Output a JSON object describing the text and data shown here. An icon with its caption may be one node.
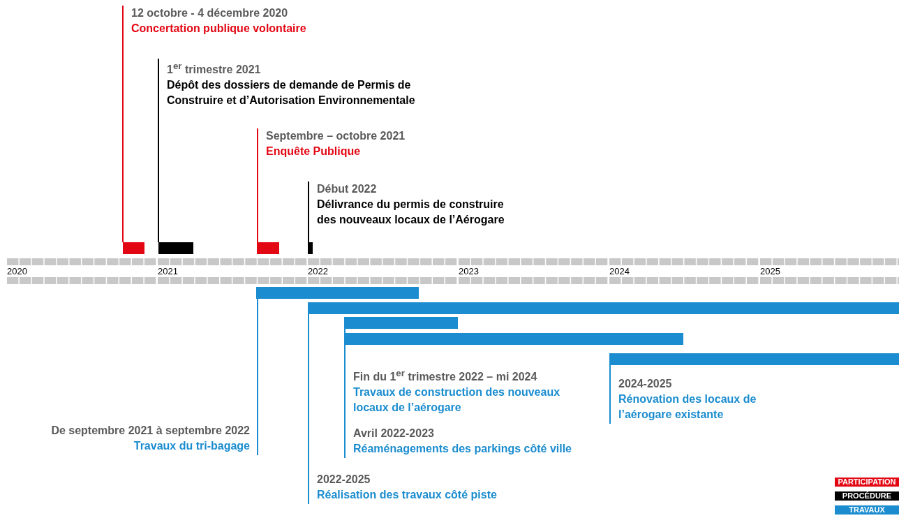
{
  "diagram": {
    "nodes": [
      {
        "text": [
          "12 octobre - 4 décembre 2020",
          "Concertation publique volontaire"
        ]
      },
      {
        "text": [
          "1$^{er}$ trimestre 2021",
          "Dépôt des dossiers de demande de Permis de Construire et d’Autorisation Environnementale"
        ]
      },
      {
        "text": [
          "Septembre – octobre 2021",
          "Enquête Publique"
        ]
      },
      {
        "text": [
          "Début 2022",
          "Délivrance du permis de construire des nouveaux locaux de l’Aérogare"
        ]
      },
      {
        "text": [],
        "shape": "bar"
      },
      {
        "text": [],
        "shape": "bar"
      },
      {
        "text": [],
        "shape": "bar"
      },
      {
        "text": [],
        "shape": "bar"
      },
      {
        "text": [],
        "shape": "bar"
      },
      {
        "text": [],
        "shape": "bar"
      },
      {
        "text": [],
        "shape": "bar"
      },
      {
        "text": [],
        "shape": "bar"
      },
      {
        "text": [],
        "shape": "bar"
      },
      {
        "text": [
          "De septembre 2021 à septembre 2022",
          "Travaux du tri-bagage"
        ]
      },
      {
        "text": [
          "Fin du 1$^{er}$ trimestre 2022 – mi 2024",
          "Travaux de construction des nouveaux locaux de l’aérogare"
        ]
      },
      {
        "text": [
          "2024-2025",
          "Rénovation des locaux de l’aérogare existante"
        ]
      },
      {
        "text": [
          "Avril 2022-2023",
          "Réaménagements des parkings côté ville"
        ]
      },
      {
        "text": [
          "2022-2025",
          "Réalisation des travaux côté piste"
        ]
      }
    ],
    "edges": [
      {
        "from": 0,
        "to": 4,
        "arrow": "none",
        "color": "#e30613"
      },
      {
        "from": 1,
        "to": 5,
        "arrow": "none",
        "color": "#000000"
      },
      {
        "from": 2,
        "to": 6,
        "arrow": "none",
        "color": "#e30613"
      },
      {
        "from": 3,
        "to": 7,
        "arrow": "none",
        "color": "#000000"
      },
      {
        "from": 13,
        "to": 8,
        "arrow": "none"
      },
      {
        "from": 17,
        "to": 9,
        "arrow": "none"
      },
      {
        "from": 16,
        "to": 10,
        "arrow": "none"
      },
      {
        "from": 14,
        "to": 11,
        "arrow": "none"
      },
      {
        "from": 15,
        "to": 12,
        "arrow": "none"
      }
    ],
    "labels": [
      "2020",
      "2021",
      "2022",
      "2023",
      "2024",
      "2025"
    ],
    "legend": [
      {
        "text": "PARTICIPATION",
        "color": "#e30613"
      },
      {
        "text": "PROCÉDURE",
        "color": "#000000"
      },
      {
        "text": "TRAVAUX",
        "color": "#1a8ccf"
      }
    ]
  }
}
